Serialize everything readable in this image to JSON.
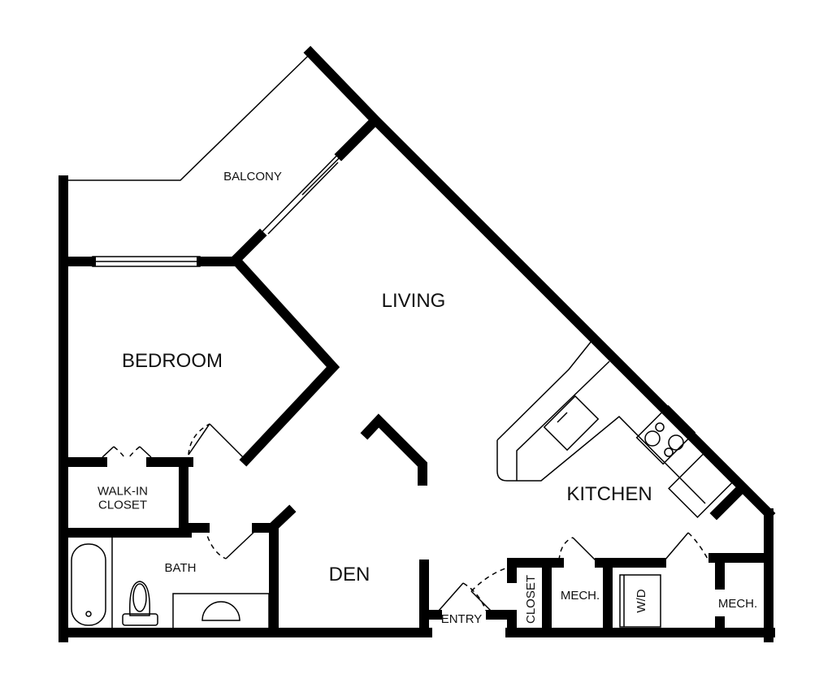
{
  "rooms": {
    "balcony": "BALCONY",
    "living": "LIVING",
    "bedroom": "BEDROOM",
    "walk_in_closet": "WALK-IN\nCLOSET",
    "bath": "BATH",
    "den": "DEN",
    "kitchen": "KITCHEN",
    "entry": "ENTRY",
    "closet": "CLOSET",
    "mech_1": "MECH.",
    "mech_2": "MECH.",
    "washer_dryer": "W/D"
  },
  "colors": {
    "wall": "#000000",
    "background": "#ffffff"
  }
}
